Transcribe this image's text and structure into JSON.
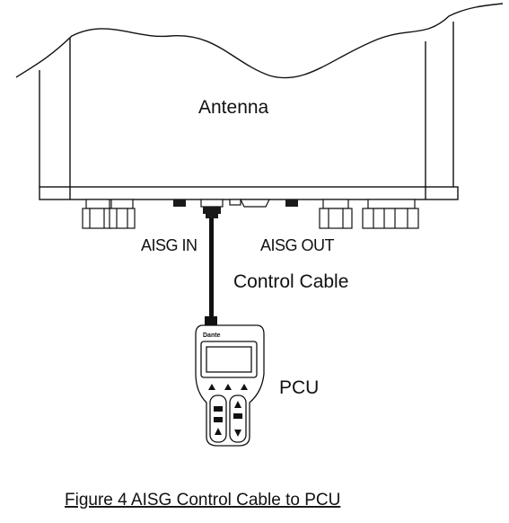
{
  "diagram": {
    "antenna_label": "Antenna",
    "port_in_label": "AISG IN",
    "port_out_label": "AISG OUT",
    "cable_label": "Control Cable",
    "pcu_label": "PCU",
    "pcu_brand": "Dante",
    "caption": "Figure 4 AISG Control Cable to PCU"
  },
  "colors": {
    "line": "#111111",
    "background": "#ffffff",
    "fill_dark": "#1a1a1a"
  }
}
